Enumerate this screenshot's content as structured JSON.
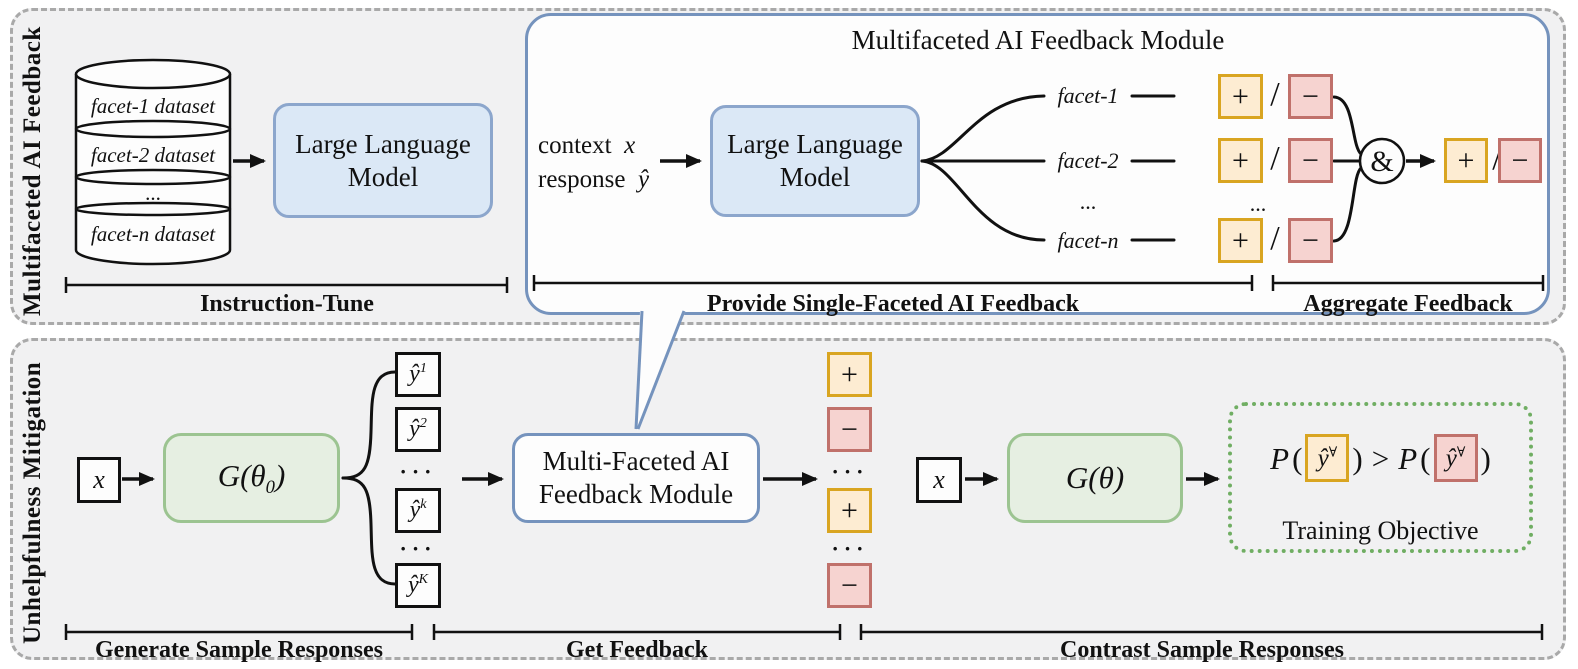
{
  "palette": {
    "panel_bg": "#f1f1f2",
    "panel_border": "#a9a9a9",
    "callout_border": "#7593bd",
    "blue_box_bg": "#dbe8f6",
    "blue_box_border": "#8ca6cc",
    "green_box_bg": "#e6efe2",
    "green_box_border": "#9cc491",
    "objective_border": "#70ae63",
    "plus_bg": "#fdecd2",
    "plus_border": "#d9a521",
    "minus_bg": "#f6d3d0",
    "minus_border": "#c0716b"
  },
  "top": {
    "side_label": "Multifaceted AI Feedback",
    "db": {
      "seg1": "facet-1 dataset",
      "seg2": "facet-2 dataset",
      "dots": "...",
      "segn": "facet-n dataset"
    },
    "llm": {
      "l1": "Large Language",
      "l2": "Model"
    },
    "bracket": "Instruction-Tune"
  },
  "callout": {
    "title": "Multifaceted AI Feedback Module",
    "in1_label": "context",
    "in1_var": "x",
    "in2_label": "response",
    "in2_var": "ŷ",
    "llm": {
      "l1": "Large Language",
      "l2": "Model"
    },
    "facet1": "facet-1",
    "facet2": "facet-2",
    "facet_dots": "...",
    "facetn": "facet-n",
    "plus": "+",
    "minus": "−",
    "slash": "/",
    "col_dots": "...",
    "amp": "&",
    "bracket_provide": "Provide Single-Faceted AI Feedback",
    "bracket_aggregate": "Aggregate Feedback"
  },
  "bottom": {
    "side_label": "Unhelpfulness Mitigation",
    "x_var": "x",
    "gen0": {
      "main": "G(θ",
      "sub": "0",
      "close": ")"
    },
    "stack": {
      "base": "ŷ",
      "s1": "1",
      "s2": "2",
      "sk": "k",
      "sK": "K",
      "dots": "···"
    },
    "module": {
      "l1": "Multi-Faceted AI",
      "l2": "Feedback Module"
    },
    "col": {
      "plus": "+",
      "minus": "−",
      "dots": "···"
    },
    "gen": {
      "main": "G(θ",
      "close": ")"
    },
    "objective": {
      "p": "P",
      "open": "(",
      "close": ")",
      "gt": ">",
      "chip_base": "ŷ",
      "chip_sup": "∀",
      "label": "Training Objective"
    },
    "brackets": {
      "generate": "Generate Sample Responses",
      "get": "Get Feedback",
      "contrast": "Contrast Sample Responses"
    }
  }
}
